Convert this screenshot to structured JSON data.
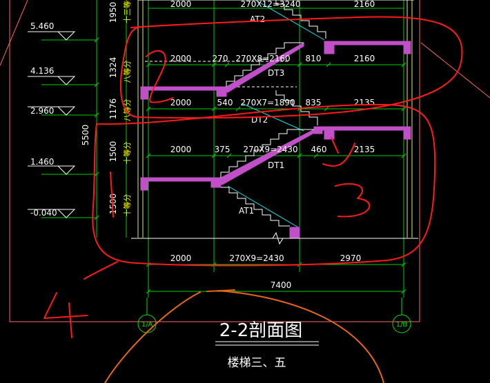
{
  "title": "2-2剖面图",
  "subtitle": "楼梯三、五",
  "levels": [
    "5.460",
    "4.136",
    "2.960",
    "1.460",
    "-0.040"
  ],
  "left_dims": {
    "total": "5500",
    "segments": [
      "1950",
      "1324",
      "1176",
      "1500",
      "1500"
    ]
  },
  "vertical_notes": [
    "十三等分",
    "八等分",
    "八等分",
    "十等分",
    "十等分"
  ],
  "flights": [
    {
      "label": "AT2",
      "dims": [
        "2000",
        "270X12=3240",
        "2160"
      ]
    },
    {
      "label": "DT3",
      "dims": [
        "2000",
        "270",
        "270X8=2160",
        "810",
        "2160"
      ]
    },
    {
      "label": "DT2",
      "dims": [
        "2000",
        "540",
        "270X7=1890",
        "835",
        "2135"
      ]
    },
    {
      "label": "DT1",
      "dims": [
        "2000",
        "375",
        "270X9=2430",
        "460",
        "2135"
      ]
    },
    {
      "label": "AT1",
      "dims": []
    }
  ],
  "bottom_dims": [
    "2000",
    "270X9=2430",
    "2970"
  ],
  "overall_dim": "7400",
  "axes": [
    "1/A",
    "1/B"
  ],
  "annotations": [
    "2",
    "1",
    "3",
    "4"
  ],
  "colors": {
    "background": "#000000",
    "slab": "#c04fc8",
    "dim_line": "#00d000",
    "column": "#e8e880",
    "markup_red": "#ff1a1a",
    "markup_orange": "#e8661a",
    "handrail": "#00e5ee",
    "frame": "#ff6666"
  }
}
